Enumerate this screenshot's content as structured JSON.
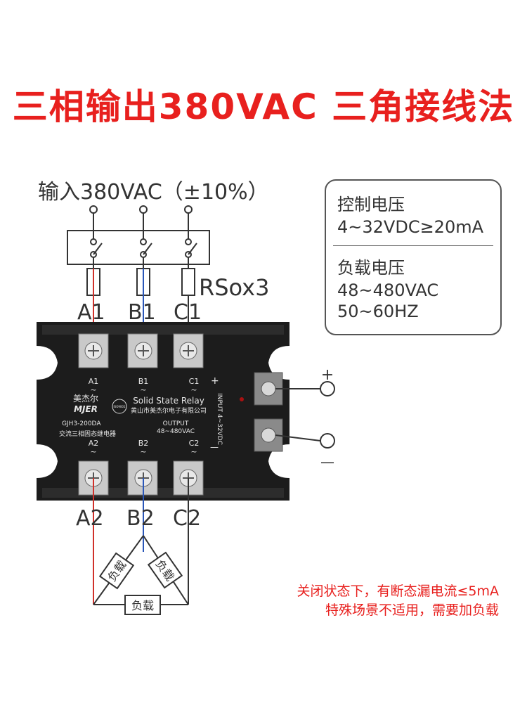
{
  "title": "三相输出380VAC 三角接线法",
  "input_label": "输入380VAC（±10%）",
  "fuse_label": "RSox3",
  "terminals": {
    "a1": "A1",
    "b1": "B1",
    "c1": "C1",
    "a2": "A2",
    "b2": "B2",
    "c2": "C2"
  },
  "spec": {
    "control_title": "控制电压",
    "control_value": "4~32VDC≥20mA",
    "load_title": "负载电压",
    "load_value_1": "48~480VAC",
    "load_value_2": "50~60HZ"
  },
  "loads": {
    "left": "负载",
    "right": "负载",
    "bottom": "负载"
  },
  "control_signs": {
    "plus": "+",
    "minus": "—"
  },
  "warning": {
    "line1": "关闭状态下，有断态漏电流≤5mA",
    "line2": "特殊场景不适用，需要加负载"
  },
  "relay": {
    "brand_cn": "美杰尔",
    "brand_en": "MJER",
    "logo_badge": "ISO9001",
    "product": "Solid State Relay",
    "company": "黄山市美杰尔电子有限公司",
    "model": "GJH3-200DA",
    "type_cn": "交流三相固态继电器",
    "output_label": "OUTPUT",
    "output_range": "48~480VAC",
    "input_vertical": "INPUT 4~32VDC",
    "plus": "+",
    "minus": "—",
    "a1": "A1",
    "b1": "B1",
    "c1": "C1",
    "a2": "A2",
    "b2": "B2",
    "c2": "C2",
    "tilde": "~"
  },
  "colors": {
    "title": "#e8201e",
    "wire_red": "#d0302a",
    "wire_blue": "#2a56b8",
    "relay_body": "#1c1c1c",
    "text": "#333333"
  }
}
